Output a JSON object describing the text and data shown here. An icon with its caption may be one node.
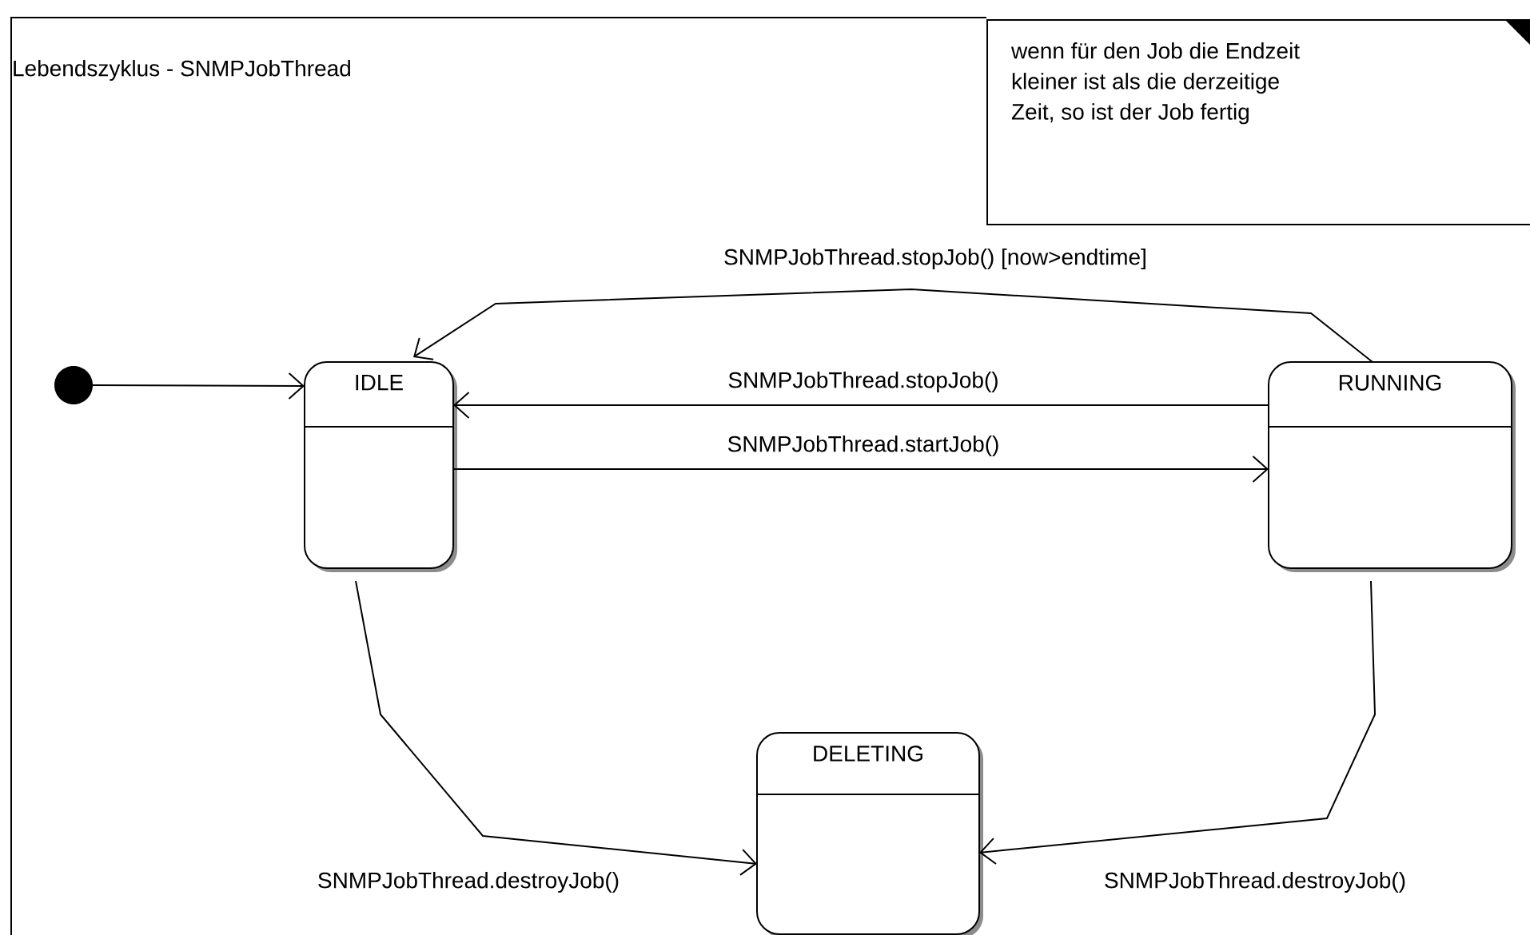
{
  "diagram": {
    "title": "Lebendszyklus - SNMPJobThread",
    "nodes": [
      {
        "text": [
          "wenn für den Job die Endzeit kleiner ist als die derzeitige Zeit, so ist der Job fertig"
        ]
      },
      {
        "text": [],
        "shape": "circle"
      },
      {
        "text": [
          "IDLE"
        ]
      },
      {
        "text": [
          "RUNNING"
        ]
      },
      {
        "text": [
          "DELETING"
        ]
      }
    ],
    "edges": [
      {
        "from": 1,
        "to": 2,
        "arrow": "to"
      },
      {
        "from": 3,
        "to": 2,
        "arrow": "to",
        "label": "SNMPJobThread.stopJob() [now>endtime]"
      },
      {
        "from": 3,
        "to": 2,
        "arrow": "to",
        "label": "SNMPJobThread.stopJob()"
      },
      {
        "from": 2,
        "to": 3,
        "arrow": "to",
        "label": "SNMPJobThread.startJob()"
      },
      {
        "from": 2,
        "to": 4,
        "arrow": "to",
        "label": "SNMPJobThread.destroyJob()"
      },
      {
        "from": 3,
        "to": 4,
        "arrow": "to",
        "label": "SNMPJobThread.destroyJob()"
      }
    ]
  }
}
